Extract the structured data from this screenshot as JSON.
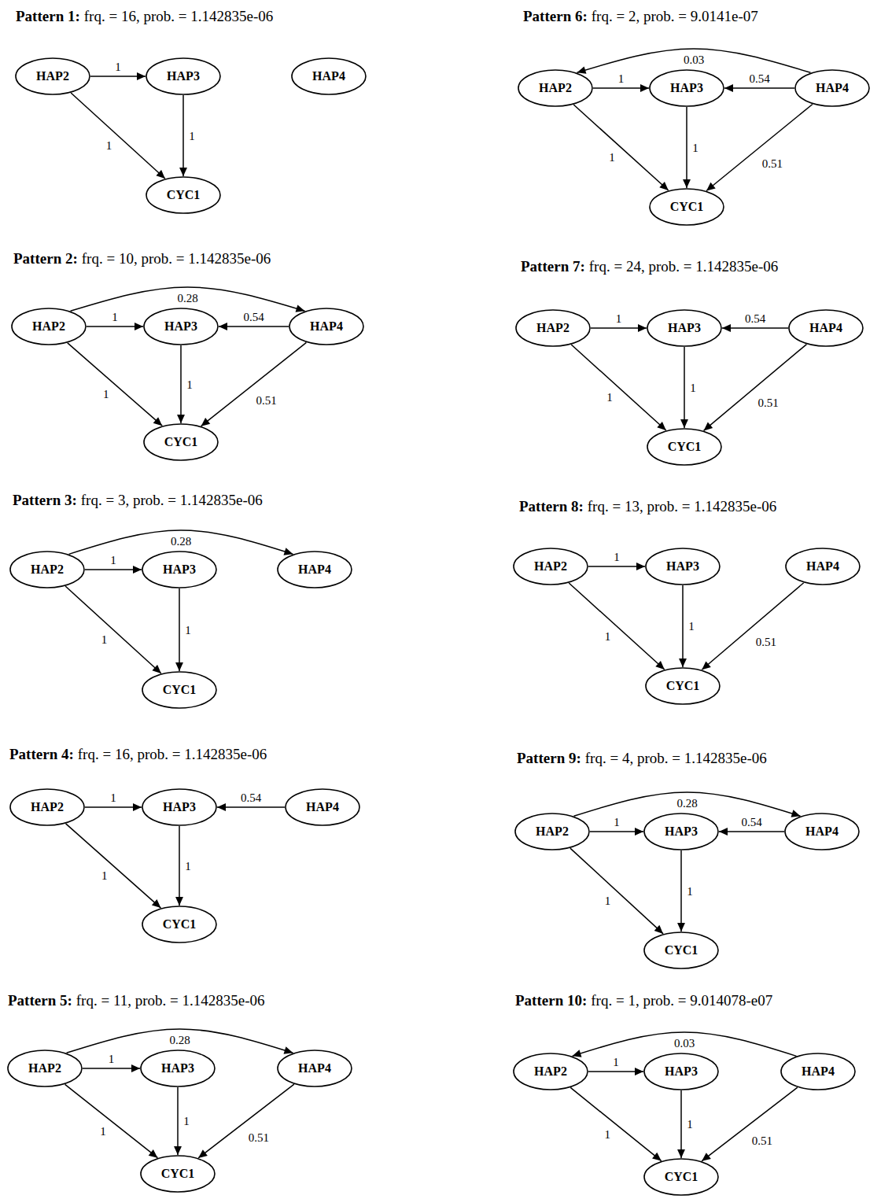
{
  "diagram": {
    "nodes": [
      {
        "text": [
          "HAP2"
        ]
      },
      {
        "text": [
          "HAP3"
        ]
      },
      {
        "text": [
          "HAP4"
        ]
      },
      {
        "text": [
          "CYC1"
        ]
      },
      {
        "text": [
          "HAP2"
        ]
      },
      {
        "text": [
          "HAP3"
        ]
      },
      {
        "text": [
          "HAP4"
        ]
      },
      {
        "text": [
          "CYC1"
        ]
      },
      {
        "text": [
          "HAP2"
        ]
      },
      {
        "text": [
          "HAP3"
        ]
      },
      {
        "text": [
          "HAP4"
        ]
      },
      {
        "text": [
          "CYC1"
        ]
      },
      {
        "text": [
          "HAP2"
        ]
      },
      {
        "text": [
          "HAP3"
        ]
      },
      {
        "text": [
          "HAP4"
        ]
      },
      {
        "text": [
          "CYC1"
        ]
      },
      {
        "text": [
          "HAP2"
        ]
      },
      {
        "text": [
          "HAP3"
        ]
      },
      {
        "text": [
          "HAP4"
        ]
      },
      {
        "text": [
          "CYC1"
        ]
      },
      {
        "text": [
          "HAP2"
        ]
      },
      {
        "text": [
          "HAP3"
        ]
      },
      {
        "text": [
          "HAP4"
        ]
      },
      {
        "text": [
          "CYC1"
        ]
      },
      {
        "text": [
          "HAP2"
        ]
      },
      {
        "text": [
          "HAP3"
        ]
      },
      {
        "text": [
          "HAP4"
        ]
      },
      {
        "text": [
          "CYC1"
        ]
      },
      {
        "text": [
          "HAP2"
        ]
      },
      {
        "text": [
          "HAP3"
        ]
      },
      {
        "text": [
          "HAP4"
        ]
      },
      {
        "text": [
          "CYC1"
        ]
      },
      {
        "text": [
          "HAP2"
        ]
      },
      {
        "text": [
          "HAP3"
        ]
      },
      {
        "text": [
          "HAP4"
        ]
      },
      {
        "text": [
          "CYC1"
        ]
      },
      {
        "text": [
          "HAP2"
        ]
      },
      {
        "text": [
          "HAP3"
        ]
      },
      {
        "text": [
          "HAP4"
        ]
      },
      {
        "text": [
          "CYC1"
        ]
      }
    ],
    "edges": [
      {
        "from": 0,
        "to": 1,
        "arrow": "to",
        "label": "1"
      },
      {
        "from": 0,
        "to": 3,
        "arrow": "to",
        "label": "1"
      },
      {
        "from": 1,
        "to": 3,
        "arrow": "to",
        "label": "1"
      },
      {
        "from": 4,
        "to": 5,
        "arrow": "to",
        "label": "1"
      },
      {
        "from": 4,
        "to": 6,
        "arrow": "to",
        "label": "0.28"
      },
      {
        "from": 6,
        "to": 5,
        "arrow": "to",
        "label": "0.54"
      },
      {
        "from": 4,
        "to": 7,
        "arrow": "to",
        "label": "1"
      },
      {
        "from": 5,
        "to": 7,
        "arrow": "to",
        "label": "1"
      },
      {
        "from": 6,
        "to": 7,
        "arrow": "to",
        "label": "0.51"
      },
      {
        "from": 8,
        "to": 9,
        "arrow": "to",
        "label": "1"
      },
      {
        "from": 8,
        "to": 10,
        "arrow": "to",
        "label": "0.28"
      },
      {
        "from": 8,
        "to": 11,
        "arrow": "to",
        "label": "1"
      },
      {
        "from": 9,
        "to": 11,
        "arrow": "to",
        "label": "1"
      },
      {
        "from": 12,
        "to": 13,
        "arrow": "to",
        "label": "1"
      },
      {
        "from": 14,
        "to": 13,
        "arrow": "to",
        "label": "0.54"
      },
      {
        "from": 12,
        "to": 15,
        "arrow": "to",
        "label": "1"
      },
      {
        "from": 13,
        "to": 15,
        "arrow": "to",
        "label": "1"
      },
      {
        "from": 16,
        "to": 17,
        "arrow": "to",
        "label": "1"
      },
      {
        "from": 16,
        "to": 18,
        "arrow": "to",
        "label": "0.28"
      },
      {
        "from": 16,
        "to": 19,
        "arrow": "to",
        "label": "1"
      },
      {
        "from": 17,
        "to": 19,
        "arrow": "to",
        "label": "1"
      },
      {
        "from": 18,
        "to": 19,
        "arrow": "to",
        "label": "0.51"
      },
      {
        "from": 22,
        "to": 20,
        "arrow": "to",
        "label": "0.03"
      },
      {
        "from": 20,
        "to": 21,
        "arrow": "to",
        "label": "1"
      },
      {
        "from": 22,
        "to": 21,
        "arrow": "to",
        "label": "0.54"
      },
      {
        "from": 20,
        "to": 23,
        "arrow": "to",
        "label": "1"
      },
      {
        "from": 21,
        "to": 23,
        "arrow": "to",
        "label": "1"
      },
      {
        "from": 22,
        "to": 23,
        "arrow": "to",
        "label": "0.51"
      },
      {
        "from": 24,
        "to": 25,
        "arrow": "to",
        "label": "1"
      },
      {
        "from": 26,
        "to": 25,
        "arrow": "to",
        "label": "0.54"
      },
      {
        "from": 24,
        "to": 27,
        "arrow": "to",
        "label": "1"
      },
      {
        "from": 25,
        "to": 27,
        "arrow": "to",
        "label": "1"
      },
      {
        "from": 26,
        "to": 27,
        "arrow": "to",
        "label": "0.51"
      },
      {
        "from": 28,
        "to": 29,
        "arrow": "to",
        "label": "1"
      },
      {
        "from": 28,
        "to": 31,
        "arrow": "to",
        "label": "1"
      },
      {
        "from": 29,
        "to": 31,
        "arrow": "to",
        "label": "1"
      },
      {
        "from": 30,
        "to": 31,
        "arrow": "to",
        "label": "0.51"
      },
      {
        "from": 32,
        "to": 34,
        "arrow": "to",
        "label": "0.28"
      },
      {
        "from": 32,
        "to": 33,
        "arrow": "to",
        "label": "1"
      },
      {
        "from": 34,
        "to": 33,
        "arrow": "to",
        "label": "0.54"
      },
      {
        "from": 32,
        "to": 35,
        "arrow": "to",
        "label": "1"
      },
      {
        "from": 33,
        "to": 35,
        "arrow": "to",
        "label": "1"
      },
      {
        "from": 38,
        "to": 36,
        "arrow": "to",
        "label": "0.03"
      },
      {
        "from": 36,
        "to": 37,
        "arrow": "to",
        "label": "1"
      },
      {
        "from": 36,
        "to": 39,
        "arrow": "to",
        "label": "1"
      },
      {
        "from": 37,
        "to": 39,
        "arrow": "to",
        "label": "1"
      },
      {
        "from": 38,
        "to": 39,
        "arrow": "to",
        "label": "0.51"
      }
    ],
    "labels": [
      "Pattern 1:",
      "frq. = 16, prob. = 1.142835e-06",
      "Pattern 2:",
      "frq. = 10, prob. = 1.142835e-06",
      "Pattern 3:",
      "frq. = 3, prob. = 1.142835e-06",
      "Pattern 4:",
      "frq. = 16, prob. = 1.142835e-06",
      "Pattern 5:",
      "frq. = 11, prob. = 1.142835e-06",
      "Pattern 6:",
      "frq. = 2, prob. = 9.0141e-07",
      "Pattern 7:",
      "frq. = 24, prob. = 1.142835e-06",
      "Pattern 8:",
      "frq. = 13, prob. = 1.142835e-06",
      "Pattern 9:",
      "frq. = 4, prob. = 1.142835e-06",
      "Pattern 10:",
      "frq. = 1, prob. = 9.014078-e07"
    ]
  }
}
